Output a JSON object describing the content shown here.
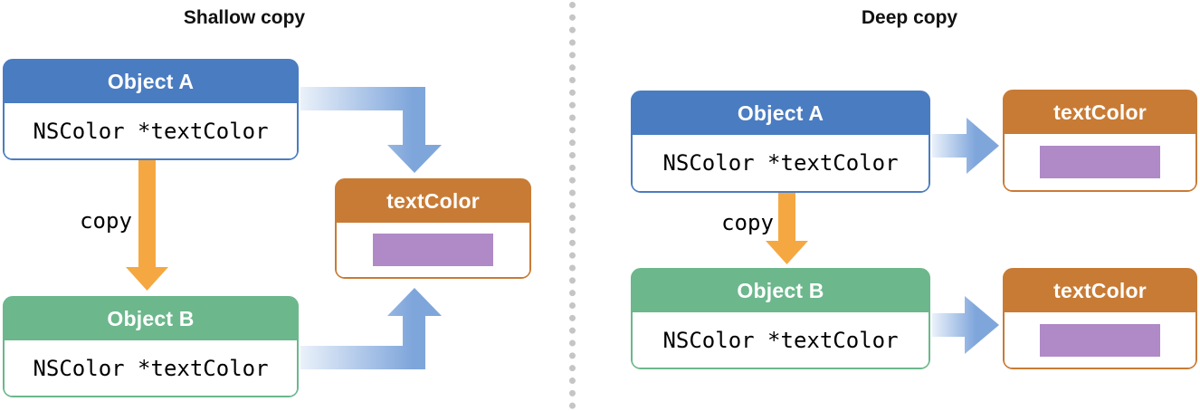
{
  "diagram": {
    "left": {
      "title": "Shallow copy",
      "object_a": {
        "title": "Object A",
        "code": "NSColor *textColor"
      },
      "object_b": {
        "title": "Object B",
        "code": "NSColor *textColor"
      },
      "textcolor": {
        "title": "textColor"
      },
      "copy_label": "copy"
    },
    "right": {
      "title": "Deep copy",
      "object_a": {
        "title": "Object A",
        "code": "NSColor *textColor"
      },
      "object_b": {
        "title": "Object B",
        "code": "NSColor *textColor"
      },
      "textcolor_top": {
        "title": "textColor"
      },
      "textcolor_bottom": {
        "title": "textColor"
      },
      "copy_label": "copy"
    },
    "colors": {
      "object-a-header": "#4A7CC1",
      "object-b-header": "#6CB78C",
      "textcolor-header": "#C87B35",
      "swatch": "#AF8AC6",
      "copy-arrow": "#F5A841",
      "pointer-dark": "#7FA6DB",
      "pointer-light": "#EAF1FA",
      "divider-dots": "#C5C5C5"
    }
  }
}
